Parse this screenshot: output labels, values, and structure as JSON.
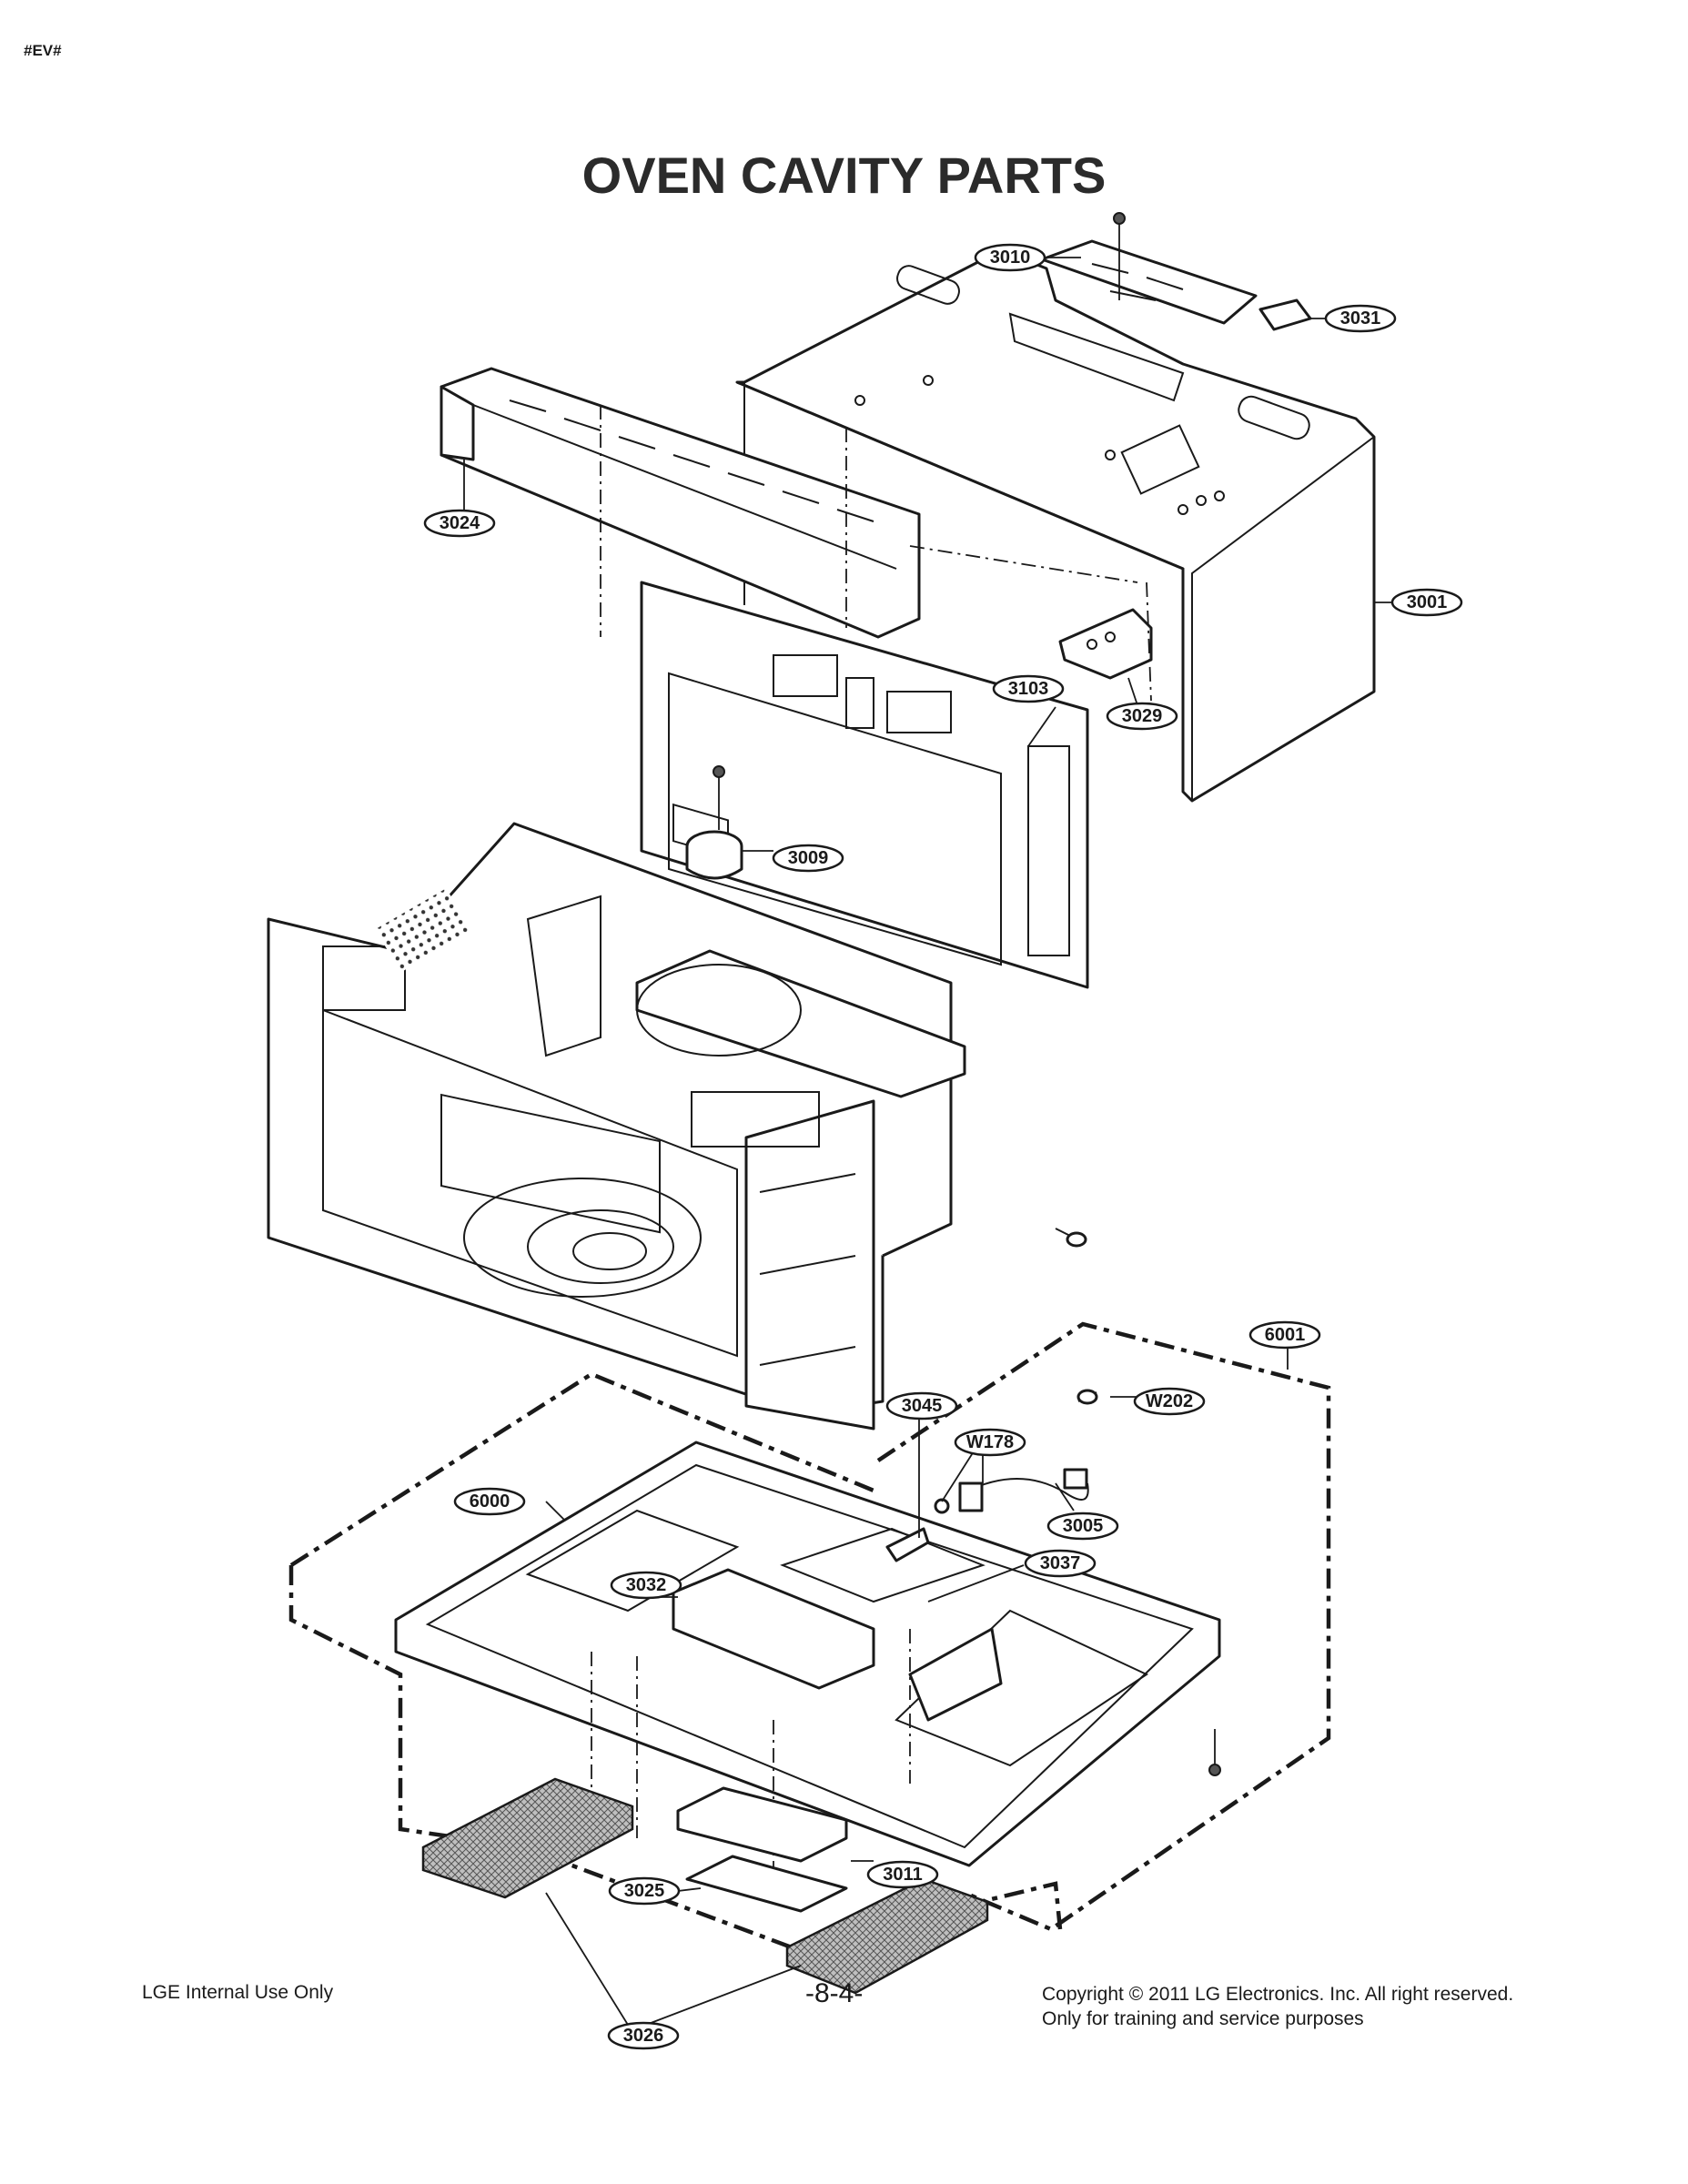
{
  "header": {
    "tag": "#EV#"
  },
  "title": "OVEN CAVITY PARTS",
  "callouts": [
    {
      "id": "3010",
      "label": "3010"
    },
    {
      "id": "3031",
      "label": "3031"
    },
    {
      "id": "3024",
      "label": "3024"
    },
    {
      "id": "3001",
      "label": "3001"
    },
    {
      "id": "3103",
      "label": "3103"
    },
    {
      "id": "3029",
      "label": "3029"
    },
    {
      "id": "3009",
      "label": "3009"
    },
    {
      "id": "6001",
      "label": "6001"
    },
    {
      "id": "3045",
      "label": "3045"
    },
    {
      "id": "W202",
      "label": "W202"
    },
    {
      "id": "W178",
      "label": "W178"
    },
    {
      "id": "6000",
      "label": "6000"
    },
    {
      "id": "3005",
      "label": "3005"
    },
    {
      "id": "3037",
      "label": "3037"
    },
    {
      "id": "3032",
      "label": "3032"
    },
    {
      "id": "3011",
      "label": "3011"
    },
    {
      "id": "3025",
      "label": "3025"
    },
    {
      "id": "3026",
      "label": "3026"
    }
  ],
  "footer": {
    "left": "LGE Internal Use Only",
    "page": "-8-4-",
    "copyright": "Copyright © 2011 LG Electronics. Inc. All right reserved.",
    "usage": "Only for training and service purposes"
  }
}
